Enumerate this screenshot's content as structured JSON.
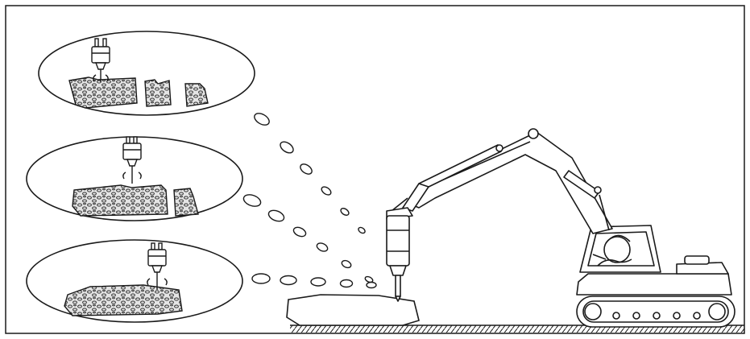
{
  "illustration": {
    "subject": "excavator-hydraulic-breaker-rock-breaking",
    "colors": {
      "line": "#1a1a1a",
      "background": "#ffffff",
      "rock_fill": "#d9d9d9"
    },
    "detail_callouts": [
      {
        "step": 1,
        "breaker_position": "middle",
        "rock_pieces": 3
      },
      {
        "step": 2,
        "breaker_position": "right-of-middle",
        "rock_pieces": 2
      },
      {
        "step": 3,
        "breaker_position": "near-right-edge",
        "rock_pieces": 1
      }
    ]
  }
}
